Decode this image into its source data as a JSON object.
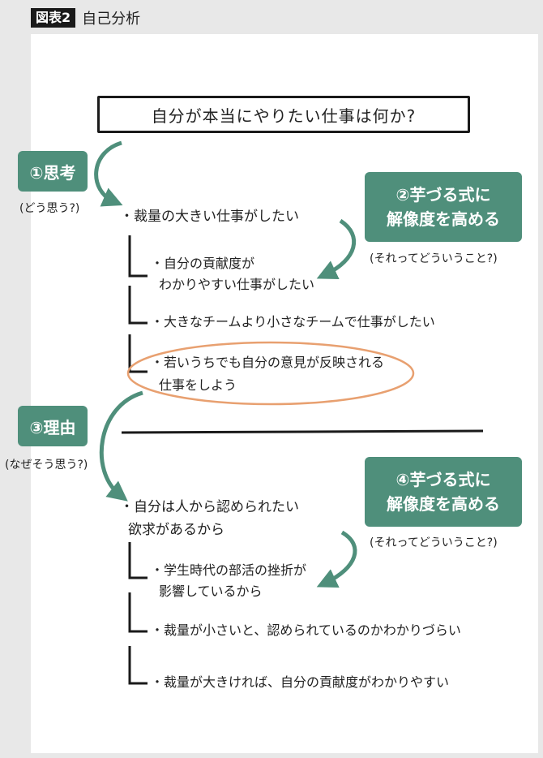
{
  "header": {
    "badge": "図表2",
    "title": "自己分析"
  },
  "question": "自分が本当にやりたい仕事は何か?",
  "step1": {
    "label": "①思考",
    "note": "(どう思う?)"
  },
  "step2": {
    "line1": "②芋づる式に",
    "line2": "解像度を高める",
    "note": "(それってどういうこと?)"
  },
  "step3": {
    "label": "③理由",
    "note": "(なぜそう思う?)"
  },
  "step4": {
    "line1": "④芋づる式に",
    "line2": "解像度を高める",
    "note": "(それってどういうこと?)"
  },
  "thought": {
    "main": "・裁量の大きい仕事がしたい",
    "sub1_line1": "・自分の貢献度が",
    "sub1_line2": "わかりやすい仕事がしたい",
    "sub2": "・大きなチームより小さなチームで仕事がしたい",
    "sub3_line1": "・若いうちでも自分の意見が反映される",
    "sub3_line2": "仕事をしよう"
  },
  "reason": {
    "main_line1": "・自分は人から認められたい",
    "main_line2": "欲求があるから",
    "sub1_line1": "・学生時代の部活の挫折が",
    "sub1_line2": "影響しているから",
    "sub2": "・裁量が小さいと、認められているのかわかりづらい",
    "sub3": "・裁量が大きければ、自分の貢献度がわかりやすい"
  },
  "colors": {
    "accent_green": "#4f8f7b",
    "highlight_orange": "#e8a070",
    "ink": "#1a1a1a"
  }
}
